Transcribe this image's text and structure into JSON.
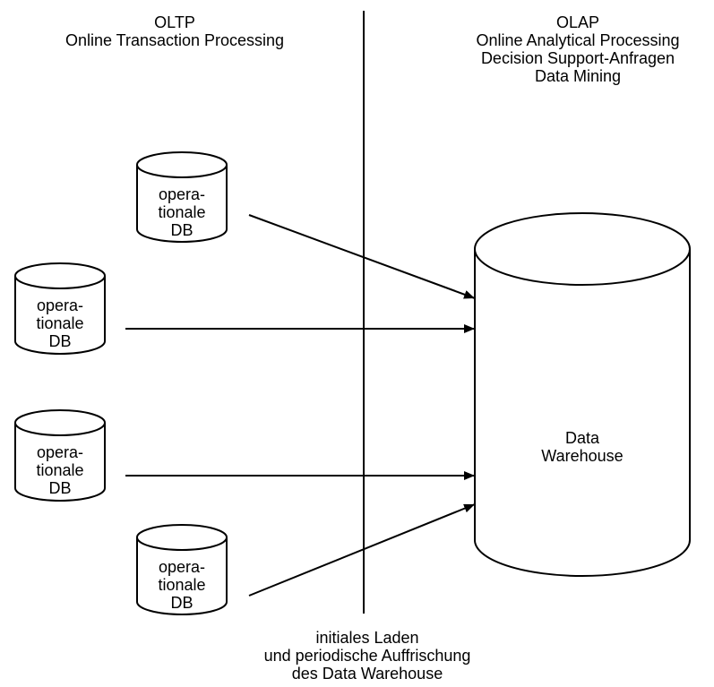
{
  "left_header": {
    "title": "OLTP",
    "subtitle": "Online Transaction Processing"
  },
  "right_header": {
    "title": "OLAP",
    "line1": "Online Analytical Processing",
    "line2": "Decision Support-Anfragen",
    "line3": "Data Mining"
  },
  "operational_dbs": [
    {
      "line1": "opera-",
      "line2": "tionale",
      "line3": "DB"
    },
    {
      "line1": "opera-",
      "line2": "tionale",
      "line3": "DB"
    },
    {
      "line1": "opera-",
      "line2": "tionale",
      "line3": "DB"
    },
    {
      "line1": "opera-",
      "line2": "tionale",
      "line3": "DB"
    }
  ],
  "warehouse": {
    "line1": "Data",
    "line2": "Warehouse"
  },
  "footer": {
    "line1": "initiales Laden",
    "line2": "und periodische Auffrischung",
    "line3": "des Data Warehouse"
  }
}
